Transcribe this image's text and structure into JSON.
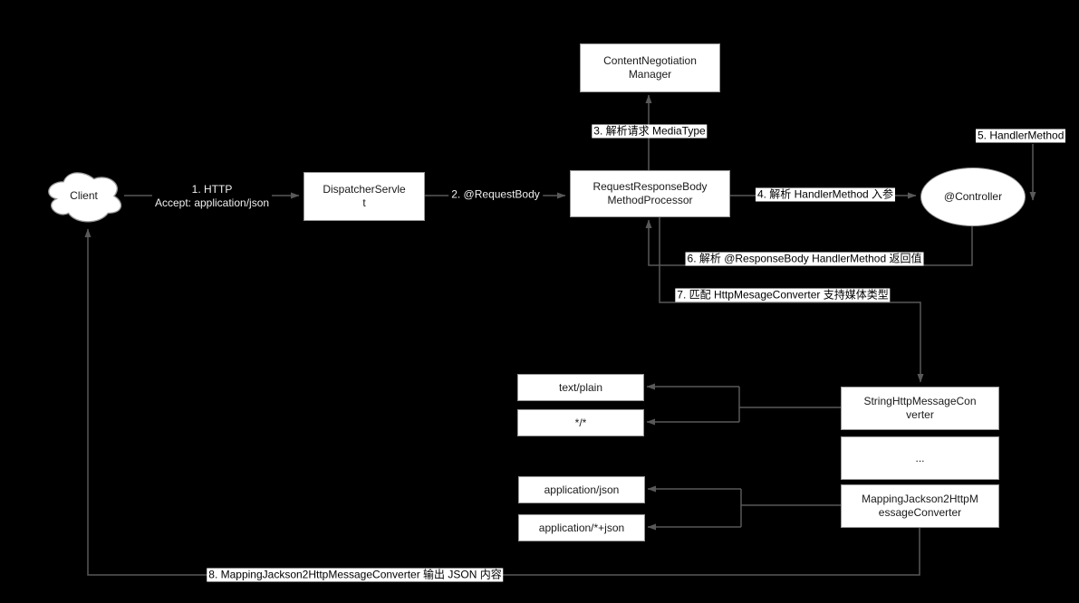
{
  "colors": {
    "background": "#000000",
    "node_fill": "#ffffff",
    "node_border": "#999999",
    "node_text": "#1a1a1a",
    "edge": "#595959",
    "edge_label_light": "#f0f0f0",
    "edge_label_dark": "#000000",
    "edge_label_bg": "#ffffff"
  },
  "nodes": {
    "client": {
      "label": "Client",
      "shape": "cloud"
    },
    "dispatcher_servlet": {
      "label": "DispatcherServle\nt",
      "shape": "box"
    },
    "content_negotiation_manager": {
      "label": "ContentNegotiation\nManager",
      "shape": "box"
    },
    "request_response_body_method_processor": {
      "label": "RequestResponseBody\nMethodProcessor",
      "shape": "box"
    },
    "controller": {
      "label": "@Controller",
      "shape": "ellipse"
    },
    "text_plain": {
      "label": "text/plain",
      "shape": "box"
    },
    "wildcard": {
      "label": "*/*",
      "shape": "box"
    },
    "application_json": {
      "label": "application/json",
      "shape": "box"
    },
    "application_wildcard_json": {
      "label": "application/*+json",
      "shape": "box"
    },
    "string_http_message_converter": {
      "label": "StringHttpMessageCon\nverter",
      "shape": "box"
    },
    "ellipsis_converter": {
      "label": "...",
      "shape": "box"
    },
    "mapping_jackson2_http_message_converter": {
      "label": "MappingJackson2HttpM\nessageConverter",
      "shape": "box"
    }
  },
  "edges": {
    "e1": {
      "label": "1. HTTP\nAccept: application/json"
    },
    "e2": {
      "label": "2. @RequestBody"
    },
    "e3": {
      "label": "3. 解析请求 MediaType"
    },
    "e4": {
      "label": "4. 解析 HandlerMethod 入参"
    },
    "e5": {
      "label": "5. HandlerMethod"
    },
    "e6": {
      "label": "6. 解析 @ResponseBody HandlerMethod 返回值"
    },
    "e7": {
      "label": "7. 匹配 HttpMesageConverter 支持媒体类型"
    },
    "e8": {
      "label": "8. MappingJackson2HttpMessageConverter 输出 JSON 内容"
    }
  }
}
